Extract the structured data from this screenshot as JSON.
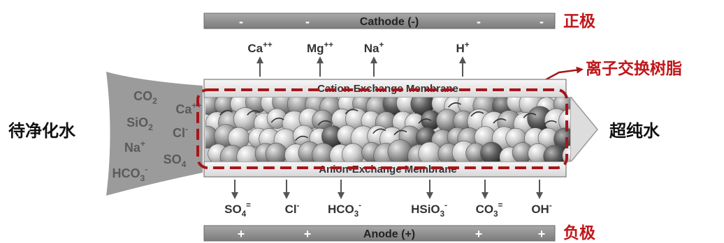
{
  "cathode": {
    "label": "Cathode (-)",
    "signs": [
      "-",
      "-",
      "-",
      "-",
      "-"
    ],
    "cn_label": "正极"
  },
  "anode": {
    "label": "Anode (+)",
    "signs": [
      "+",
      "+",
      "+",
      "+",
      "+"
    ],
    "cn_label": "负极"
  },
  "membranes": {
    "cation": "Cation-Exchange Membrane",
    "anion": "Anion-Exchange Membrane"
  },
  "resin_label": "离子交换树脂",
  "feed_label": "待净化水",
  "product_label": "超纯水",
  "cations_out": [
    {
      "base": "Ca",
      "charge": "++"
    },
    {
      "base": "Mg",
      "charge": "++"
    },
    {
      "base": "Na",
      "charge": "+"
    },
    {
      "base": "H",
      "charge": "+"
    }
  ],
  "anions_out": [
    {
      "base": "SO",
      "sub": "4",
      "charge": "="
    },
    {
      "base": "Cl",
      "sub": "",
      "charge": "-"
    },
    {
      "base": "HCO",
      "sub": "3",
      "charge": "-"
    },
    {
      "base": "HSiO",
      "sub": "3",
      "charge": "-"
    },
    {
      "base": "CO",
      "sub": "3",
      "charge": "="
    },
    {
      "base": "OH",
      "sub": "",
      "charge": "-"
    }
  ],
  "feed_ions": [
    {
      "base": "CO",
      "sub": "2",
      "charge": ""
    },
    {
      "base": "Ca",
      "sub": "",
      "charge": "++"
    },
    {
      "base": "SiO",
      "sub": "2",
      "charge": ""
    },
    {
      "base": "Cl",
      "sub": "",
      "charge": "-"
    },
    {
      "base": "Na",
      "sub": "",
      "charge": "+"
    },
    {
      "base": "SO",
      "sub": "4",
      "charge": ""
    },
    {
      "base": "HCO",
      "sub": "3",
      "charge": "-"
    }
  ],
  "colors": {
    "electrode_bar": "#8e8e8e",
    "label_red": "#c0171b",
    "dashed_box": "#a5161a",
    "feed_shape": "#9b9b9b",
    "ion_text": "#5a5a5a",
    "arrow": "#555555",
    "membrane_fill": "#eeeeee"
  }
}
